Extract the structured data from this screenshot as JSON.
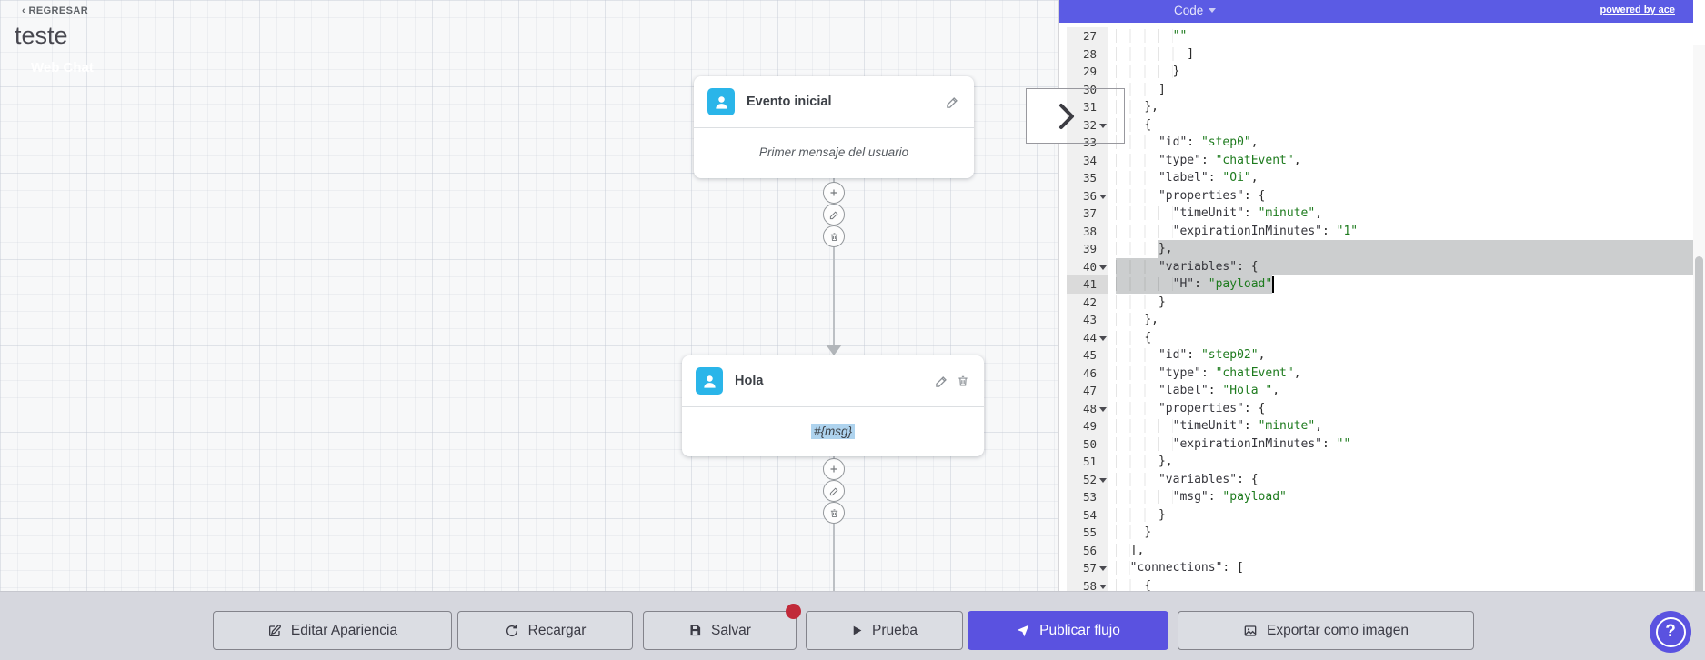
{
  "colors": {
    "accent_purple": "#5a52e0",
    "header_purple": "#5b5be4",
    "node_icon_cyan": "#2ab5e9",
    "unsaved_dot_red": "#c12a3a",
    "code_string_green": "#1e7b1e",
    "selection_gray": "#cccecf",
    "text_selection_blue": "#aed3ee"
  },
  "canvas": {
    "back_link": "‹ REGRESAR",
    "title": "teste",
    "channel_badge": "Web Chat",
    "nodes": [
      {
        "title": "Evento inicial",
        "body": "Primer mensaje del usuario"
      },
      {
        "title": "Hola",
        "body": "#{msg}"
      }
    ]
  },
  "code_panel": {
    "header": {
      "title": "Code",
      "powered_by": "powered by ace"
    },
    "editor": {
      "active_line": 41,
      "selection": {
        "start": {
          "line": 39,
          "col": 6
        },
        "end": {
          "line": 41,
          "col": 22
        }
      },
      "cursor": {
        "line": 41,
        "col": 22
      },
      "lines": [
        {
          "n": 27,
          "text": "        \"\""
        },
        {
          "n": 28,
          "text": "          ]"
        },
        {
          "n": 29,
          "text": "        }"
        },
        {
          "n": 30,
          "text": "      ]"
        },
        {
          "n": 31,
          "text": "    },"
        },
        {
          "n": 32,
          "text": "    {",
          "fold": true
        },
        {
          "n": 33,
          "text": "      \"id\": \"step0\","
        },
        {
          "n": 34,
          "text": "      \"type\": \"chatEvent\","
        },
        {
          "n": 35,
          "text": "      \"label\": \"Oi\","
        },
        {
          "n": 36,
          "text": "      \"properties\": {",
          "fold": true
        },
        {
          "n": 37,
          "text": "        \"timeUnit\": \"minute\","
        },
        {
          "n": 38,
          "text": "        \"expirationInMinutes\": \"1\""
        },
        {
          "n": 39,
          "text": "      },"
        },
        {
          "n": 40,
          "text": "      \"variables\": {",
          "fold": true
        },
        {
          "n": 41,
          "text": "        \"H\": \"payload\""
        },
        {
          "n": 42,
          "text": "      }"
        },
        {
          "n": 43,
          "text": "    },"
        },
        {
          "n": 44,
          "text": "    {",
          "fold": true
        },
        {
          "n": 45,
          "text": "      \"id\": \"step02\","
        },
        {
          "n": 46,
          "text": "      \"type\": \"chatEvent\","
        },
        {
          "n": 47,
          "text": "      \"label\": \"Hola \","
        },
        {
          "n": 48,
          "text": "      \"properties\": {",
          "fold": true
        },
        {
          "n": 49,
          "text": "        \"timeUnit\": \"minute\","
        },
        {
          "n": 50,
          "text": "        \"expirationInMinutes\": \"\""
        },
        {
          "n": 51,
          "text": "      },"
        },
        {
          "n": 52,
          "text": "      \"variables\": {",
          "fold": true
        },
        {
          "n": 53,
          "text": "        \"msg\": \"payload\""
        },
        {
          "n": 54,
          "text": "      }"
        },
        {
          "n": 55,
          "text": "    }"
        },
        {
          "n": 56,
          "text": "  ],"
        },
        {
          "n": 57,
          "text": "  \"connections\": [",
          "fold": true
        },
        {
          "n": 58,
          "text": "    {",
          "fold": true
        }
      ]
    }
  },
  "toolbar": {
    "buttons": [
      {
        "label": "Editar Apariencia",
        "icon": "edit-square"
      },
      {
        "label": "Recargar",
        "icon": "refresh"
      },
      {
        "label": "Salvar",
        "icon": "save",
        "unsaved_badge": true
      },
      {
        "label": "Prueba",
        "icon": "play"
      },
      {
        "label": "Publicar flujo",
        "icon": "paper-plane",
        "variant": "primary"
      },
      {
        "label": "Exportar como imagen",
        "icon": "image"
      }
    ],
    "help_label": "?"
  }
}
